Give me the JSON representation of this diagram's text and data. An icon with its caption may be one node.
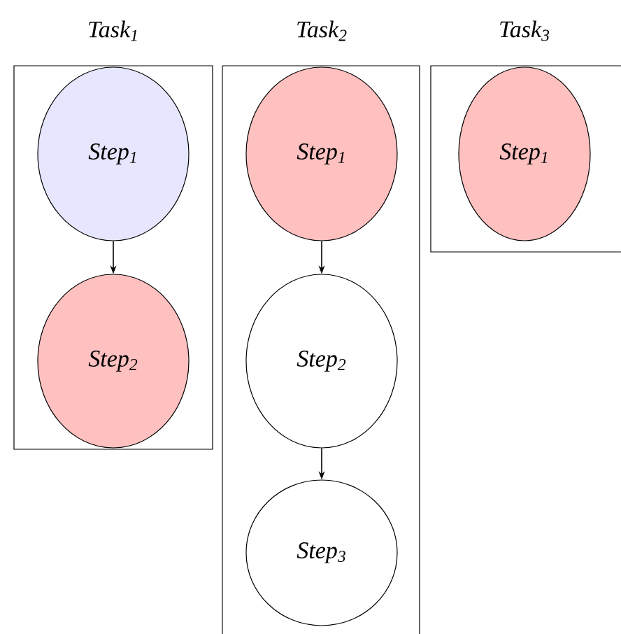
{
  "diagram": {
    "nodes": [
      {
        "text": [
          "Task$_{1}$"
        ]
      },
      {
        "text": [
          "Step$_{1}$"
        ],
        "in": 0
      },
      {
        "text": [
          "Step$_{2}$"
        ],
        "in": 0
      },
      {
        "text": [
          "Task$_{2}$"
        ]
      },
      {
        "text": [
          "Step$_{1}$"
        ],
        "in": 3
      },
      {
        "text": [
          "Step$_{2}$"
        ],
        "in": 3
      },
      {
        "text": [
          "Step$_{3}$"
        ],
        "in": 3
      },
      {
        "text": [
          "Task$_{3}$"
        ]
      },
      {
        "text": [
          "Step$_{1}$"
        ],
        "in": 7
      }
    ],
    "edges": [
      {
        "from": 1,
        "to": 2,
        "arrow": "to"
      },
      {
        "from": 4,
        "to": 5,
        "arrow": "to"
      },
      {
        "from": 5,
        "to": 6,
        "arrow": "to"
      }
    ]
  }
}
